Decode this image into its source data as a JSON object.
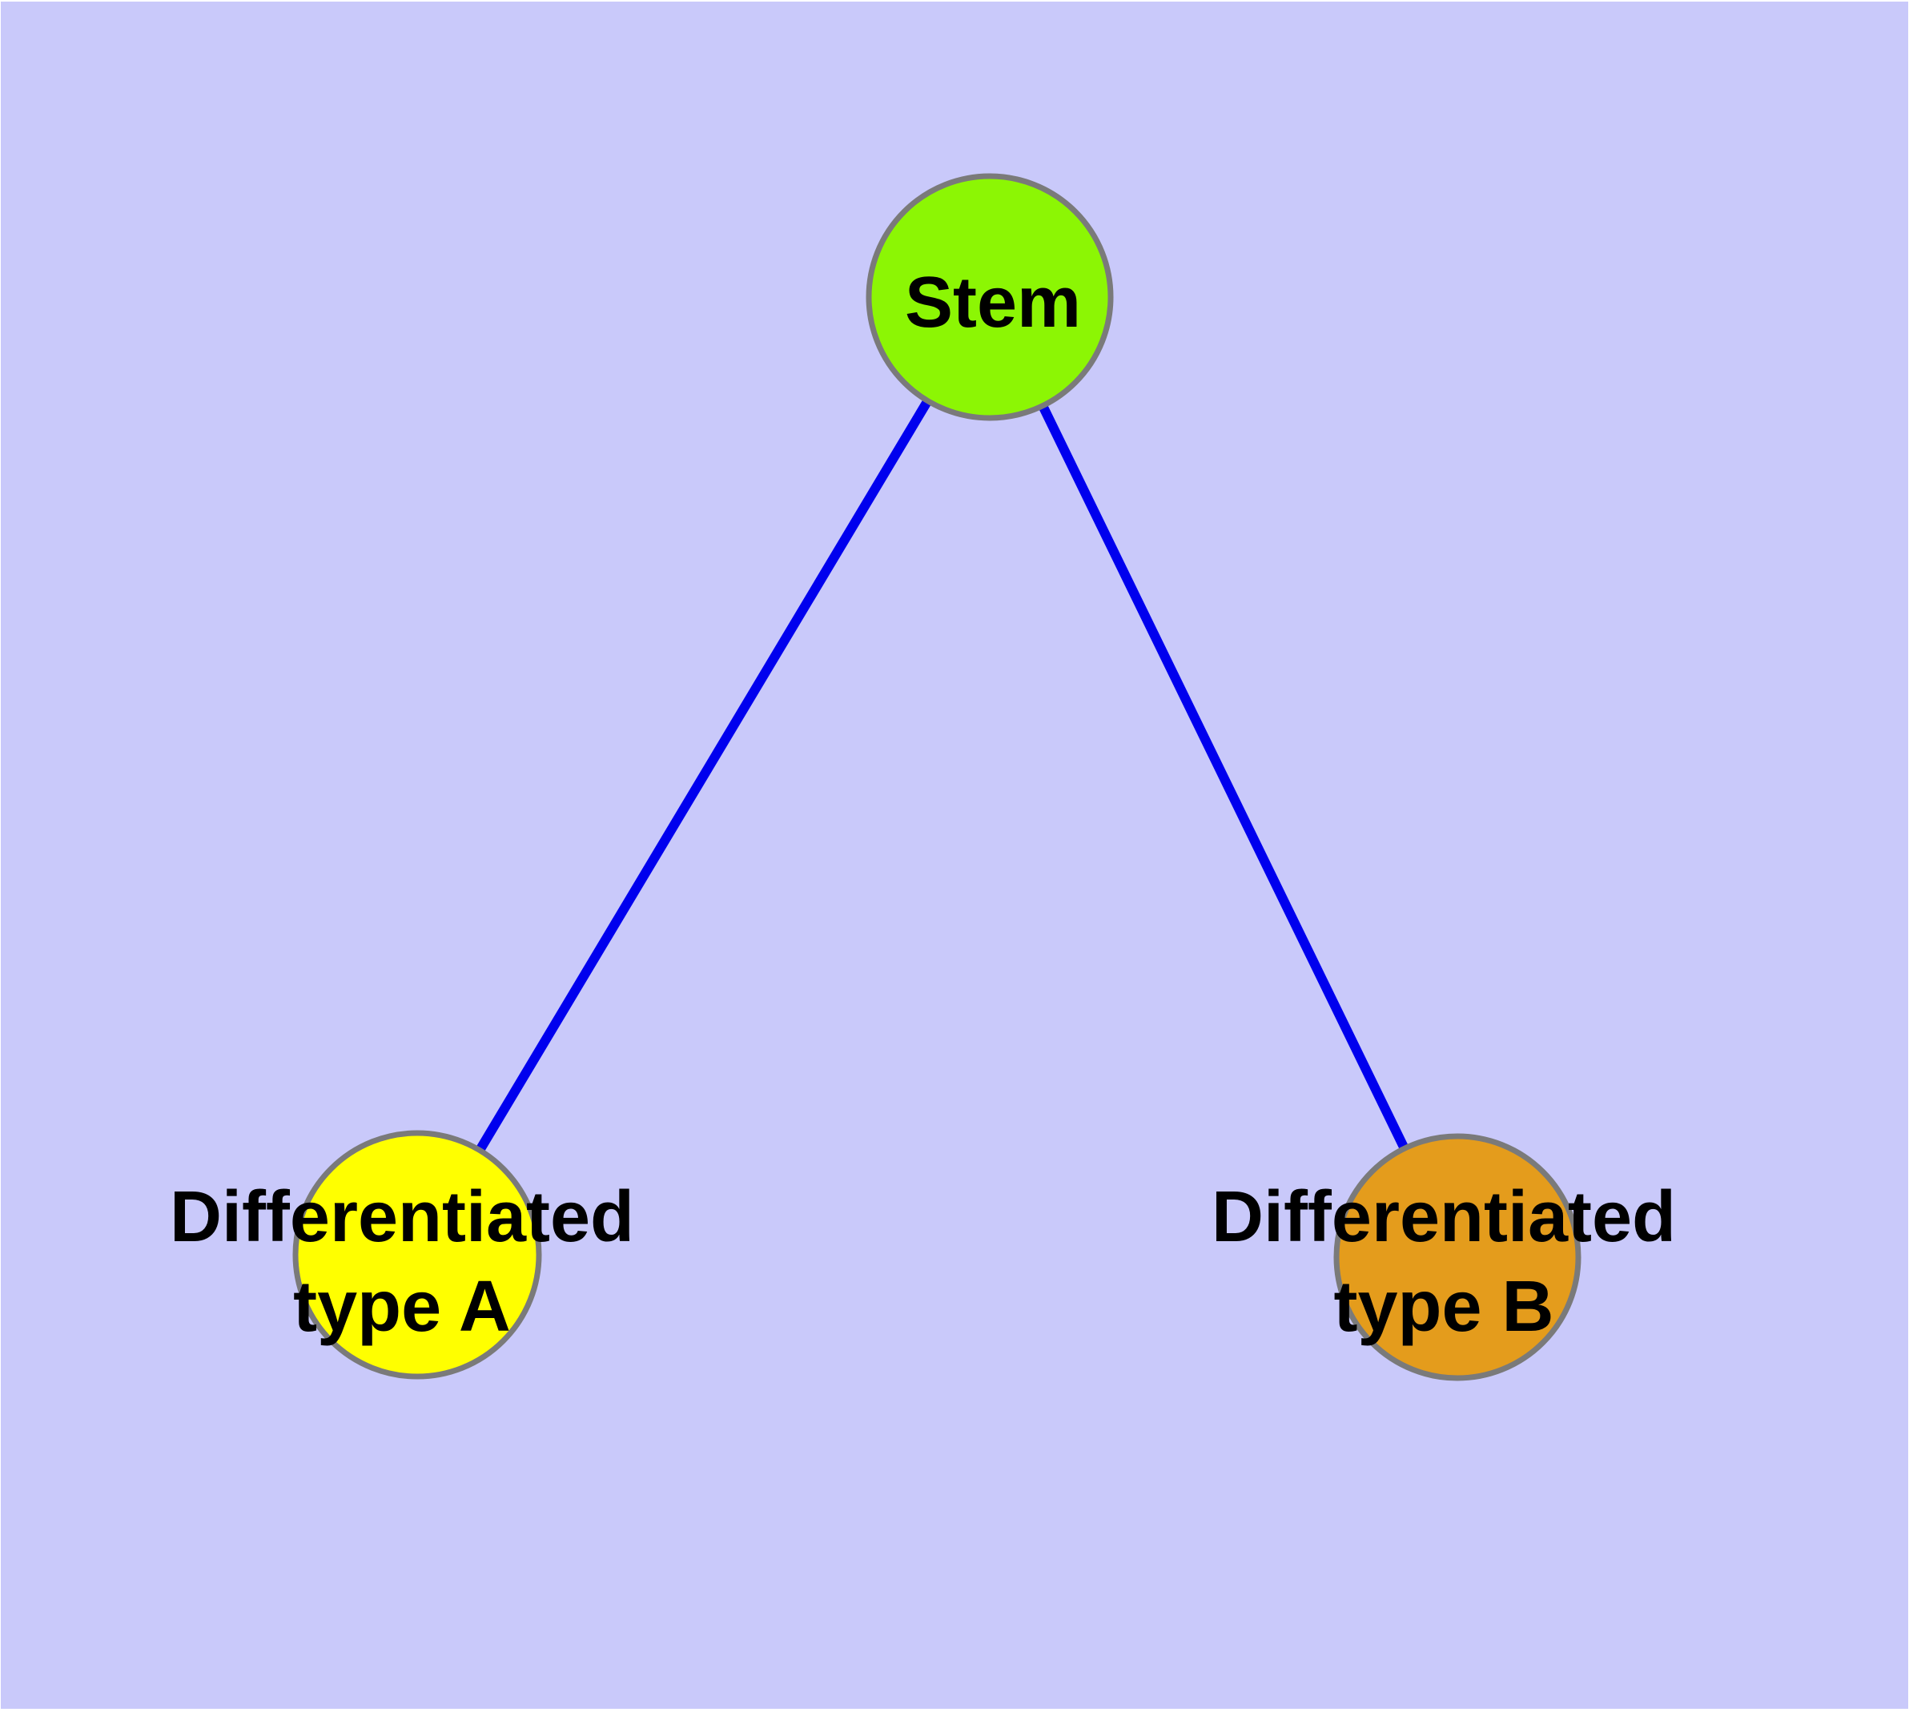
{
  "canvas": {
    "background_color": "#c9c9fa",
    "outer_margin_color": "#ffffff"
  },
  "graph": {
    "edge_color": "#0000ee",
    "node_border_color": "#7a7a7a",
    "label_color": "#000000",
    "nodes": [
      {
        "id": "stem",
        "label": "Stem",
        "fill": "#8cf604"
      },
      {
        "id": "differentiated-type-a",
        "label_line1": "Differentiated",
        "label_line2": "type A",
        "fill": "#ffff00"
      },
      {
        "id": "differentiated-type-b",
        "label_line1": "Differentiated",
        "label_line2": "type B",
        "fill": "#e49c1c"
      }
    ],
    "edges": [
      {
        "from": "stem",
        "to": "differentiated-type-a"
      },
      {
        "from": "stem",
        "to": "differentiated-type-b"
      }
    ]
  }
}
